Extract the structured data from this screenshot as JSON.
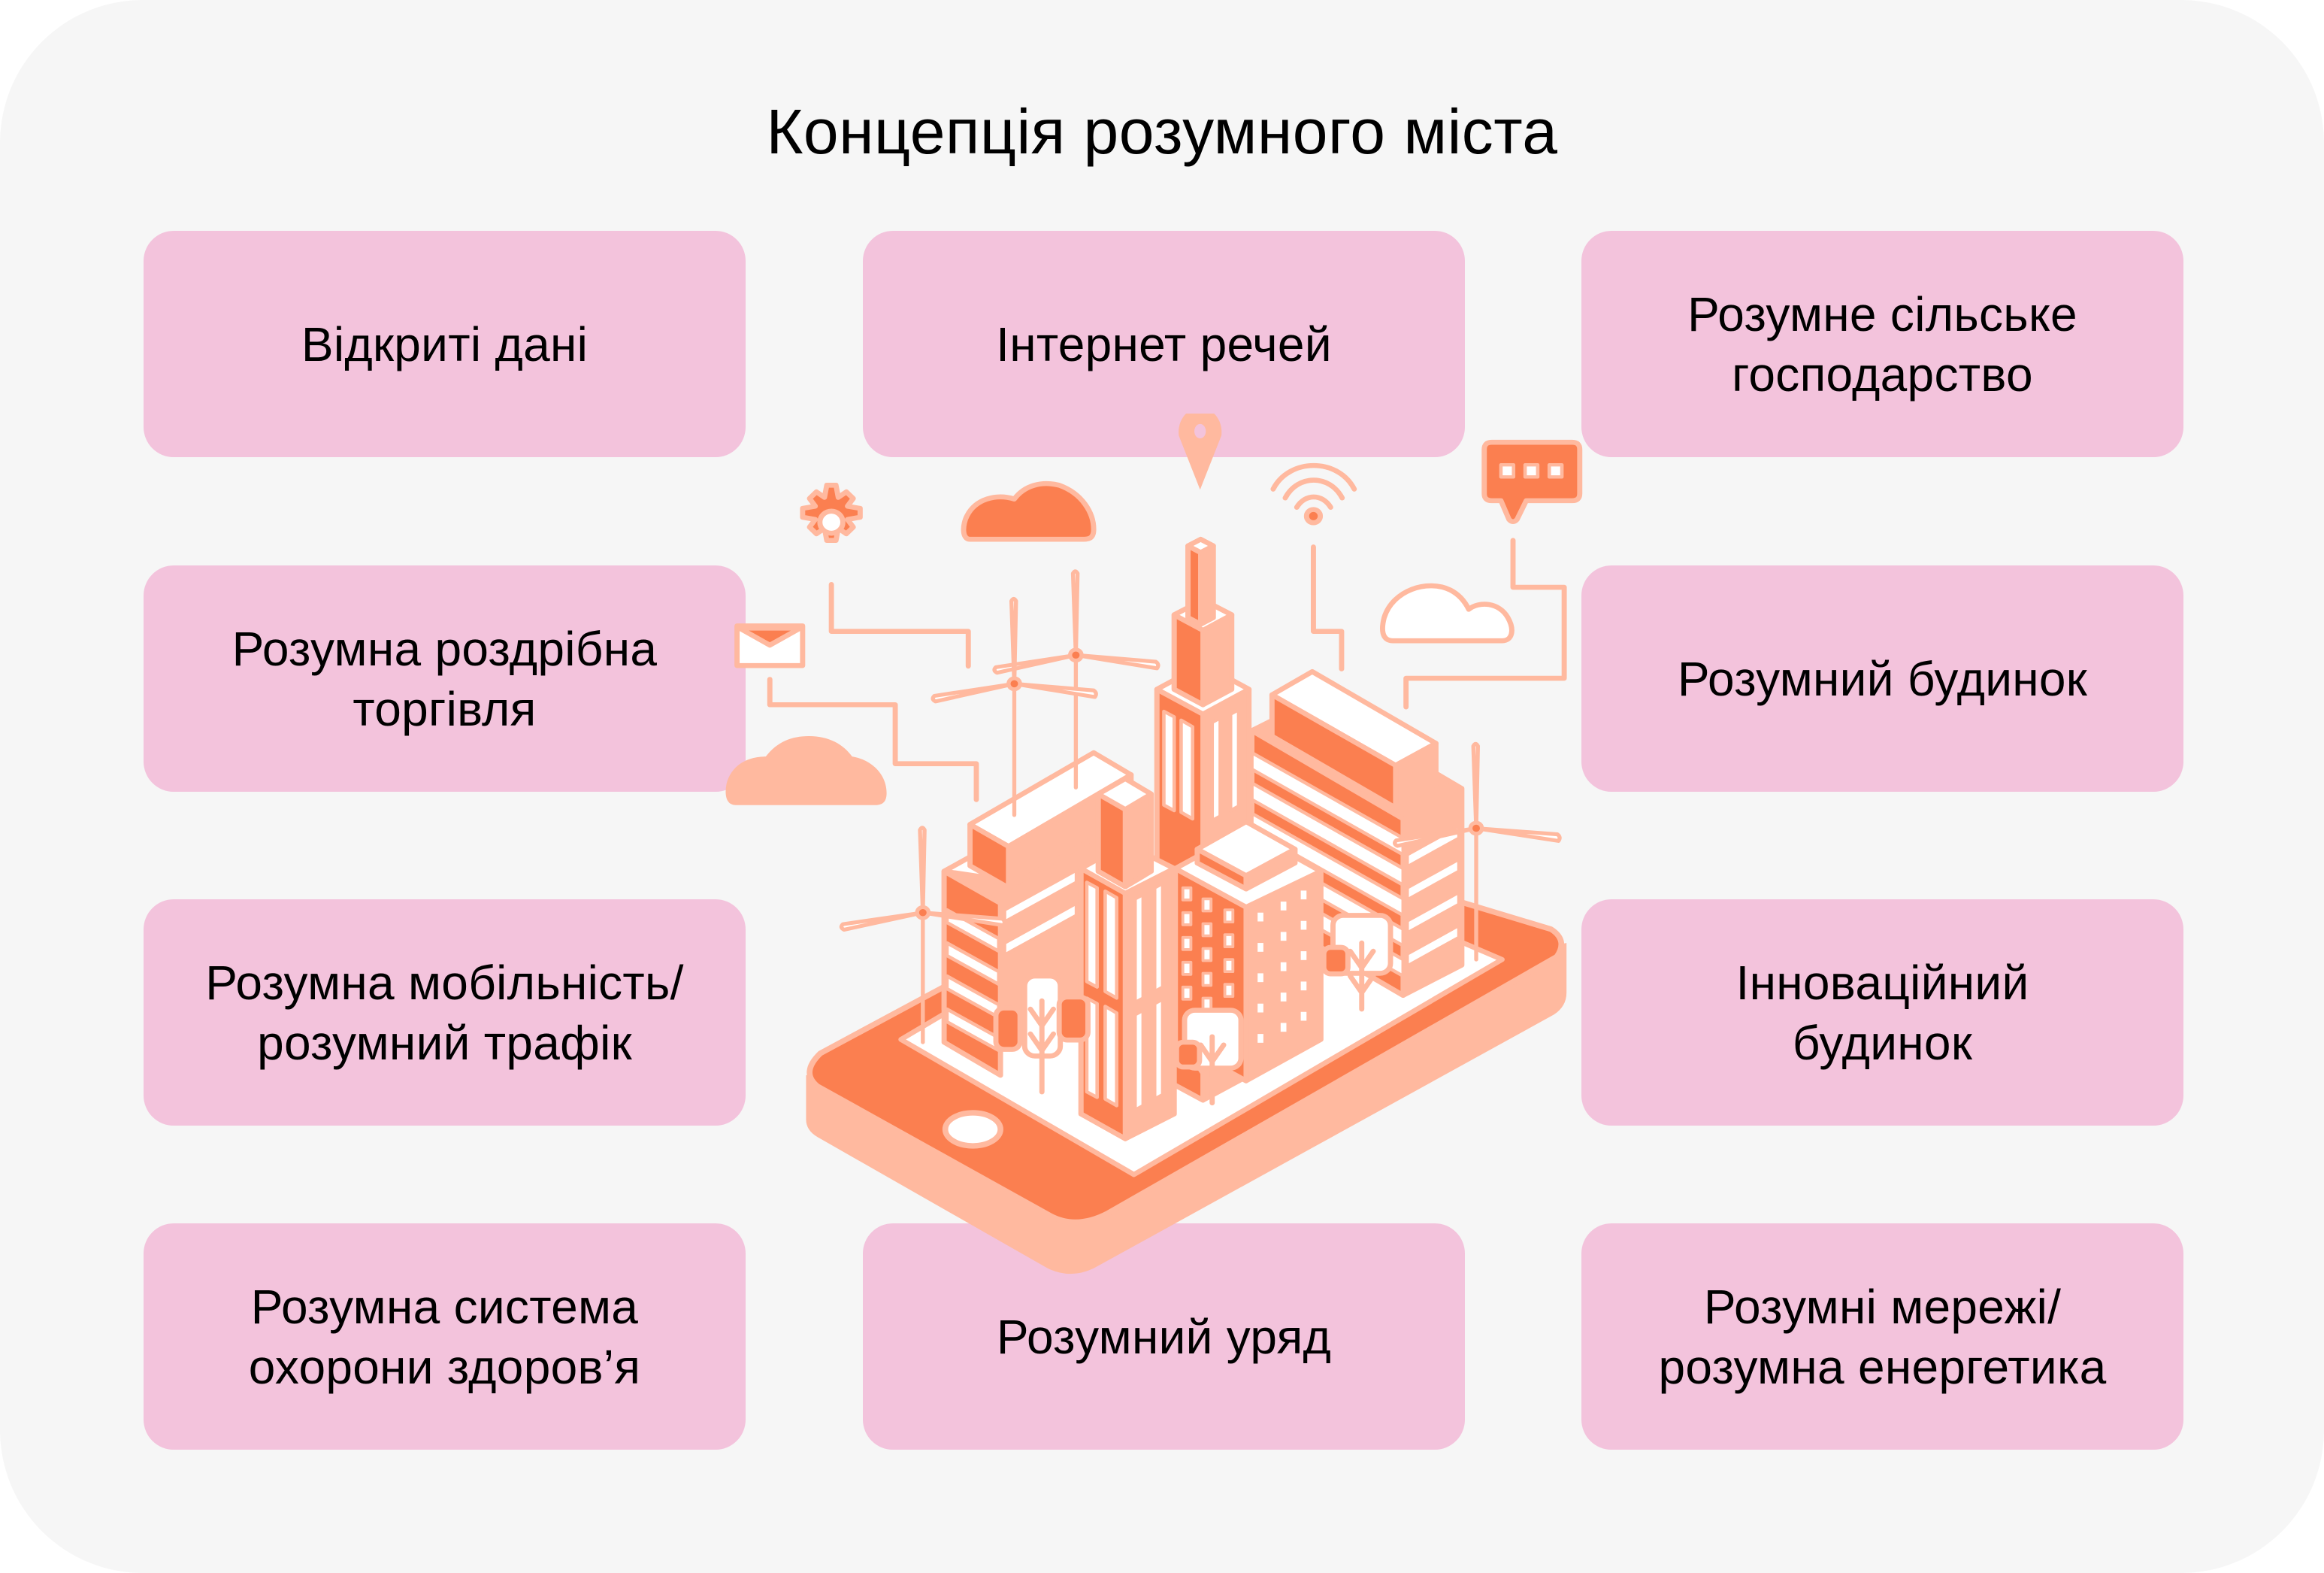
{
  "title": "Концепція розумного міста",
  "colors": {
    "background": "#ffffff",
    "card": "#f6f6f6",
    "box": "#f3c3dc",
    "accent_dark": "#fb7f50",
    "accent_light": "#ffb99f",
    "white": "#ffffff",
    "text": "#000000"
  },
  "boxes": [
    {
      "label": "Відкриті дані"
    },
    {
      "label": "Інтернет речей"
    },
    {
      "label": "Розумне сільське\nгосподарство"
    },
    {
      "label": "Розумна роздрібна\nторгівля"
    },
    {
      "label": "Розумний будинок"
    },
    {
      "label": "Розумна мобільність/\nрозумний трафік"
    },
    {
      "label": "Інноваційний\nбудинок"
    },
    {
      "label": "Розумна система\nохорони здоров’я"
    },
    {
      "label": "Розумний уряд"
    },
    {
      "label": "Розумні мережі/\nрозумна енергетика"
    }
  ],
  "illustration": {
    "subject": "isometric smart city on smartphone",
    "icons": [
      "gear-icon",
      "cloud-icon",
      "location-pin-icon",
      "wifi-icon",
      "chat-bubble-icon",
      "cloud-outline-icon",
      "envelope-icon",
      "cloud-light-icon",
      "wind-turbine-icon",
      "tree-icon",
      "skyscraper-icon"
    ]
  }
}
